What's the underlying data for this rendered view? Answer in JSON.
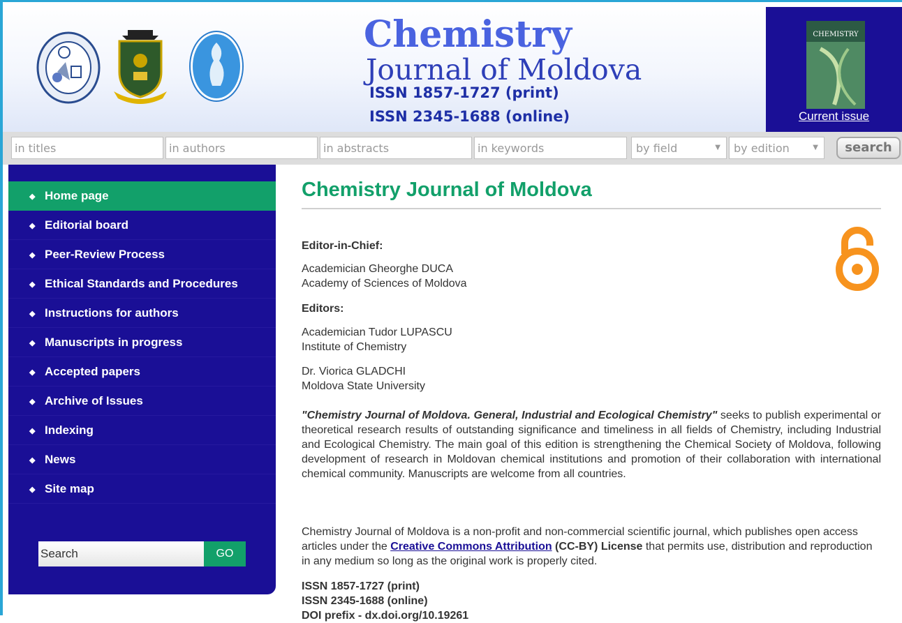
{
  "header": {
    "title_main": "Chemistry",
    "title_sub": "Journal of Moldova",
    "issn_print": "ISSN 1857-1727 (print)",
    "issn_online": "ISSN 2345-1688 (online)",
    "current_issue_link": "Current issue",
    "cover_title": "CHEMISTRY"
  },
  "search_bar": {
    "titles_placeholder": "in titles",
    "authors_placeholder": "in authors",
    "abstracts_placeholder": "in abstracts",
    "keywords_placeholder": "in keywords",
    "field_select": "by field",
    "edition_select": "by edition",
    "search_button": "search"
  },
  "sidebar": {
    "items": [
      {
        "label": "Home page",
        "active": true
      },
      {
        "label": "Editorial board"
      },
      {
        "label": "Peer-Review Process"
      },
      {
        "label": "Ethical Standards and Procedures"
      },
      {
        "label": "Instructions for authors"
      },
      {
        "label": "Manuscripts in progress"
      },
      {
        "label": "Accepted papers"
      },
      {
        "label": "Archive of Issues"
      },
      {
        "label": "Indexing"
      },
      {
        "label": "News"
      },
      {
        "label": "Site map"
      }
    ],
    "search_placeholder": "Search",
    "go_button": "GO"
  },
  "content": {
    "page_title": "Chemistry Journal of Moldova",
    "editor_in_chief_heading": "Editor-in-Chief:",
    "eic_name": "Academician Gheorghe DUCA",
    "eic_affiliation": "Academy of Sciences of Moldova",
    "editors_heading": "Editors:",
    "editor1_name": "Academician Tudor LUPASCU",
    "editor1_affiliation": "Institute of Chemistry",
    "editor2_name": "Dr. Viorica GLADCHI",
    "editor2_affiliation": "Moldova State University",
    "description_quote": "\"Chemistry Journal of Moldova. General, Industrial and Ecological Chemistry\"",
    "description_rest": " seeks to publish experimental or theoretical research results of outstanding significance and timeliness in all fields of Chemistry, including Industrial and Ecological Chemistry. The main goal of this edition is strengthening the Chemical Society of Moldova, following development of research in Moldovan chemical institutions and promotion of their collaboration with international chemical community. Manuscripts are welcome from all countries.",
    "license_part1": "Chemistry Journal of Moldova is a non-profit and non-commercial scientific journal, which publishes open access articles under the ",
    "license_link": "Creative Commons Attribution",
    "license_bold": " (CC-BY) License",
    "license_part2": " that permits use, distribution and reproduction in any medium so long as the original work is properly cited.",
    "footer_issn_print": "ISSN 1857-1727 (print)",
    "footer_issn_online": "ISSN 2345-1688 (online)",
    "footer_doi": "DOI prefix - dx.doi.org/10.19261"
  },
  "colors": {
    "nav_blue": "#1a0f96",
    "accent_green": "#12a06a",
    "oa_orange": "#f7931e",
    "title_blue": "#4a63e0"
  }
}
